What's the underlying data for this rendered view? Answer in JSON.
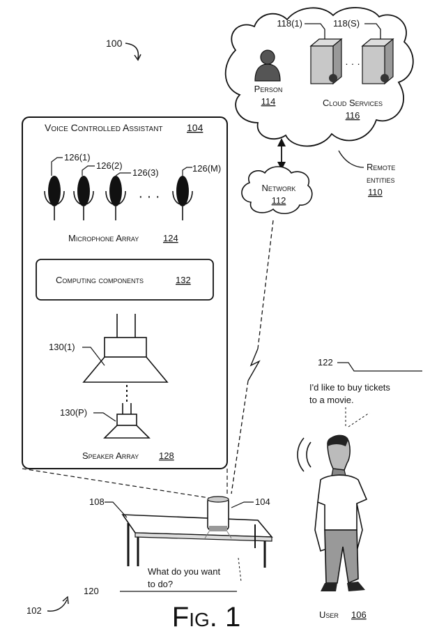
{
  "labels": {
    "system": "100",
    "remote_env": "102",
    "server_1": "118(1)",
    "server_s": "118(S)",
    "person_title": "Person",
    "person_num": "114",
    "cloud_title": "Cloud Services",
    "cloud_num": "116",
    "remote_title_1": "Remote",
    "remote_title_2": "entities",
    "remote_num": "110",
    "network_title": "Network",
    "network_num": "112",
    "assistant_title": "Voice Controlled Assistant",
    "assistant_num": "104",
    "mic_1": "126(1)",
    "mic_2": "126(2)",
    "mic_3": "126(3)",
    "mic_m": "126(M)",
    "mic_dots": "· · ·",
    "mic_array_title": "Microphone Array",
    "mic_array_num": "124",
    "computing_title": "Computing components",
    "computing_num": "132",
    "speaker_1": "130(1)",
    "speaker_p": "130(P)",
    "speaker_array_title": "Speaker Array",
    "speaker_array_num": "128",
    "user_speech_num": "122",
    "user_speech_1": "I'd like to buy tickets",
    "user_speech_2": "to a movie.",
    "table_num": "108",
    "device_num": "104",
    "device_speech_num": "120",
    "device_speech_1": "What do you want",
    "device_speech_2": "to do?",
    "figure_title": "Fig. 1",
    "user_title": "User",
    "user_num": "106"
  }
}
